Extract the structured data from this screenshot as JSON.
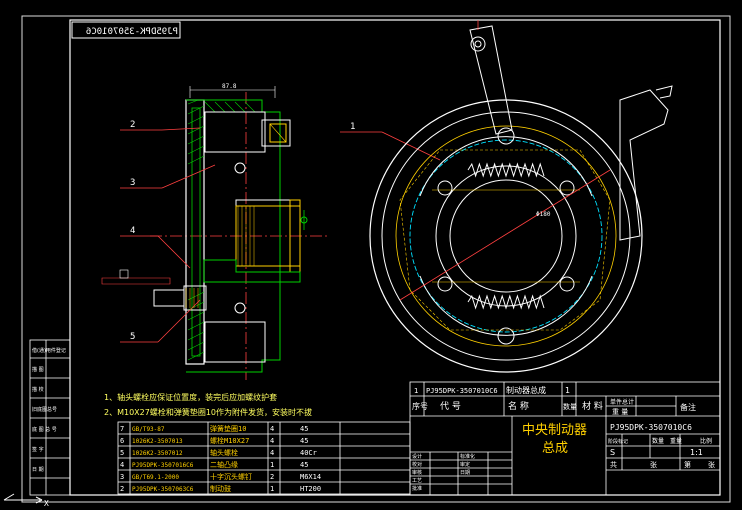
{
  "drawing_code": "PJ95DPK-3507010C6",
  "part_labels": [
    "1",
    "2",
    "3",
    "4",
    "5"
  ],
  "dimensions": {
    "top_width": "87.8",
    "diameter": "Φ180"
  },
  "notes": [
    "1、轴头螺栓应保证位置度，装完后应加螺纹护套",
    "2、M10X27螺栓和弹簧垫圈10作为附件发货，安装时不拔"
  ],
  "side_labels": [
    "借(通)用件登记",
    "描  图",
    "描  校",
    "旧底图总号",
    "底 图 总 号",
    "签 字",
    "日 期"
  ],
  "bom": [
    {
      "no": "7",
      "code": "GB/T93-87",
      "name": "弹簧垫圈10",
      "qty": "4",
      "mat": "45"
    },
    {
      "no": "6",
      "code": "1026K2-3507013",
      "name": "螺栓M10X27",
      "qty": "4",
      "mat": "45"
    },
    {
      "no": "5",
      "code": "1026K2-3507012",
      "name": "轴头螺栓",
      "qty": "4",
      "mat": "40Cr"
    },
    {
      "no": "4",
      "code": "PJ95DPK-3507016C6",
      "name": "二轴凸缘",
      "qty": "1",
      "mat": "45"
    },
    {
      "no": "3",
      "code": "GB/T69.1-2000",
      "name": "十字沉头螺钉",
      "qty": "2",
      "mat": "M6X14"
    },
    {
      "no": "2",
      "code": "PJ95DPK-3507063C6",
      "name": "制动鼓",
      "qty": "1",
      "mat": "HT200"
    }
  ],
  "title_block": {
    "row1": {
      "no": "1",
      "code": "PJ95DPK-3507010C6",
      "name": "制动器总成",
      "qty": "1"
    },
    "header": [
      "序号",
      "代    号",
      "名    称",
      "数量",
      "材  料",
      "单件总计",
      "备注"
    ],
    "weight_header": "重  量",
    "title_line1": "中央制动器",
    "title_line2": "总成",
    "code_cell": "PJ95DPK-3507010C6",
    "stage_header": [
      "阶段标记",
      "数量",
      "重量",
      "比例"
    ],
    "stage_value": "S",
    "scale": "1:1",
    "sheet": [
      "共",
      "张",
      "第",
      "张"
    ],
    "sign_rows": [
      "设计",
      "校对",
      "审核",
      "工艺",
      "批准"
    ],
    "sign_cols": [
      "标准化",
      "审定",
      "日期"
    ]
  }
}
